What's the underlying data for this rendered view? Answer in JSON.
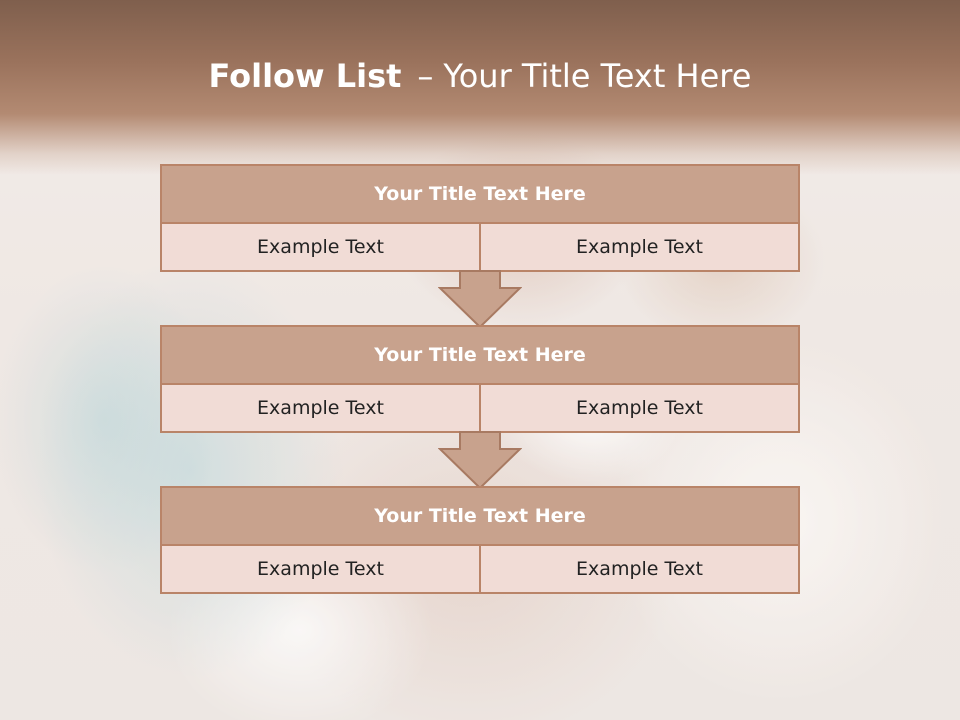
{
  "slide": {
    "title_bold": "Follow List",
    "title_dash": "–",
    "title_rest": "Your Title Text Here"
  },
  "blocks": [
    {
      "title": "Your Title Text Here",
      "left": "Example Text",
      "right": "Example Text"
    },
    {
      "title": "Your Title Text Here",
      "left": "Example Text",
      "right": "Example Text"
    },
    {
      "title": "Your Title Text Here",
      "left": "Example Text",
      "right": "Example Text"
    }
  ],
  "colors": {
    "banner": "#9a725c",
    "header_fill": "#c8a28d",
    "row_fill": "#f1dcd6",
    "border": "#b98468"
  },
  "icons": {
    "connector": "arrow-down-icon"
  }
}
